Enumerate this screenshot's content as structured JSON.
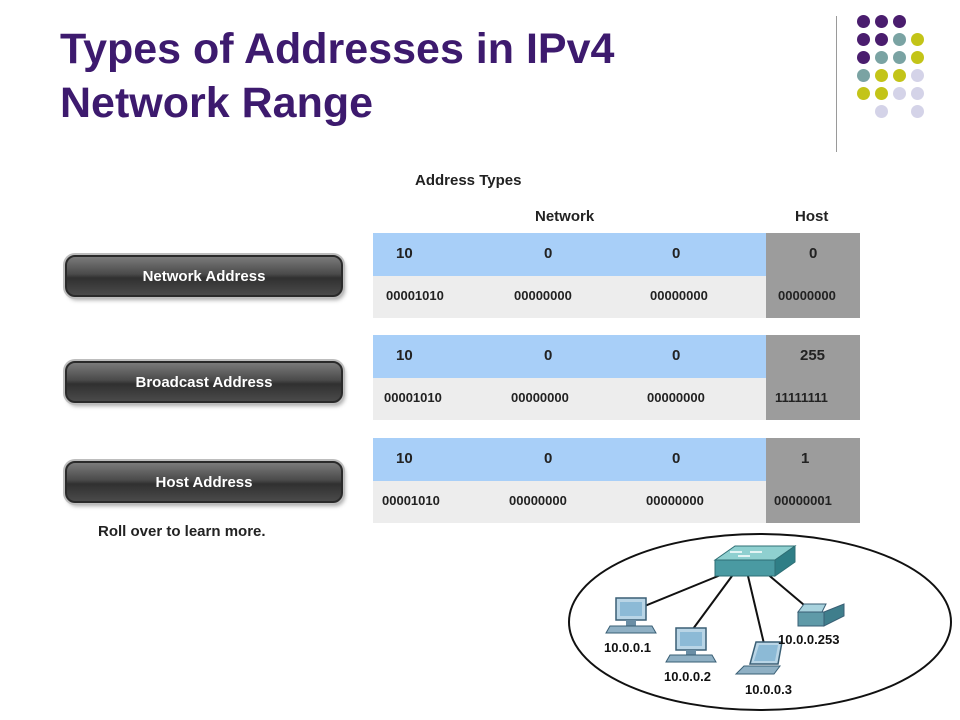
{
  "title": {
    "line1": "Types of Addresses in IPv4",
    "line2": "Network Range"
  },
  "section_title": "Address Types",
  "columns": {
    "network": "Network",
    "host": "Host"
  },
  "buttons": {
    "network": "Network Address",
    "broadcast": "Broadcast Address",
    "host": "Host Address"
  },
  "tables": [
    {
      "dec": [
        "10",
        "0",
        "0",
        "0"
      ],
      "bin": [
        "00001010",
        "00000000",
        "00000000",
        "00000000"
      ]
    },
    {
      "dec": [
        "10",
        "0",
        "0",
        "255"
      ],
      "bin": [
        "00001010",
        "00000000",
        "00000000",
        "11111111"
      ]
    },
    {
      "dec": [
        "10",
        "0",
        "0",
        "1"
      ],
      "bin": [
        "00001010",
        "00000000",
        "00000000",
        "00000001"
      ]
    }
  ],
  "hint": "Roll over to learn more.",
  "diagram": {
    "hosts": [
      "10.0.0.1",
      "10.0.0.2",
      "10.0.0.3",
      "10.0.0.253"
    ],
    "icons": [
      "switch-icon",
      "desktop-computer-icon",
      "desktop-computer-icon",
      "laptop-icon",
      "printer-icon"
    ]
  },
  "colors": {
    "title": "#3d1a6e",
    "network_row": "#a8cff8",
    "binary_row": "#ededed",
    "host_column": "#9c9c9c",
    "dot_purple": "#4a1d6e",
    "dot_teal": "#7aa3a3",
    "dot_olive": "#c3c418",
    "dot_lavender": "#d4d3e8"
  }
}
